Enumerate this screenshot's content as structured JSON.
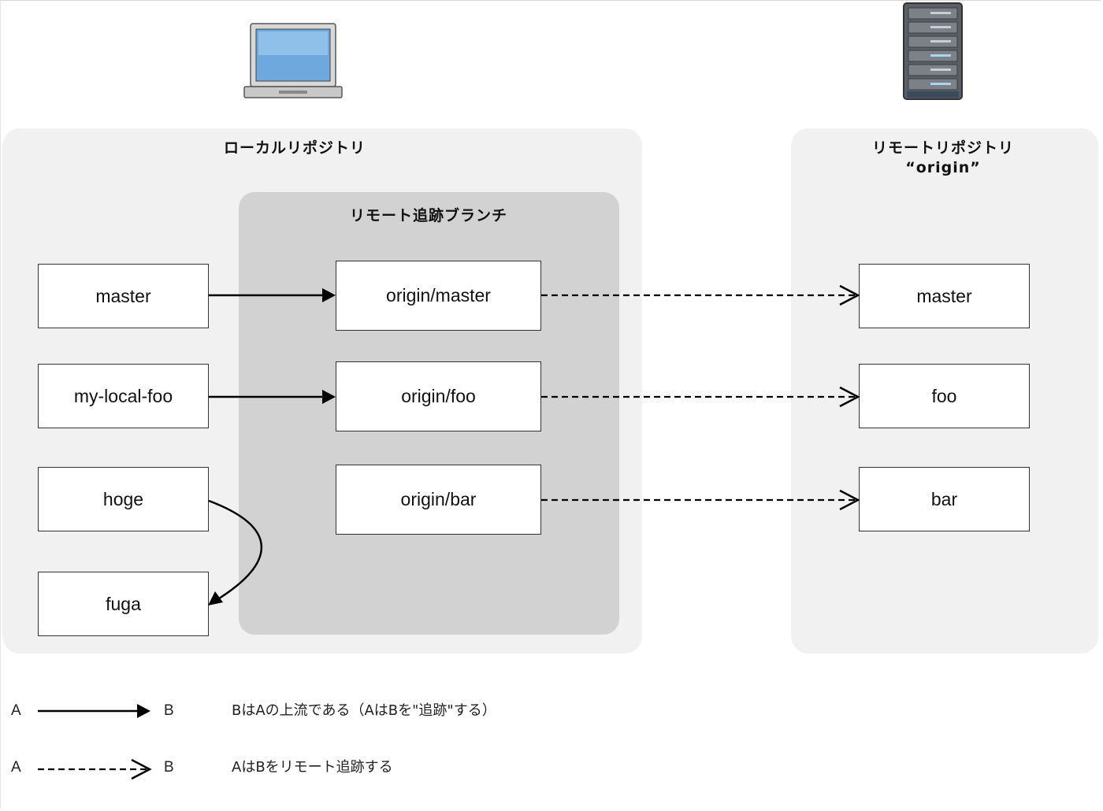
{
  "local_repo": {
    "title": "ローカルリポジトリ",
    "branches": [
      "master",
      "my-local-foo",
      "hoge",
      "fuga"
    ]
  },
  "remote_tracking": {
    "title": "リモート追跡ブランチ",
    "branches": [
      "origin/master",
      "origin/foo",
      "origin/bar"
    ]
  },
  "remote_repo": {
    "title_line1": "リモートリポジトリ",
    "title_line2": "“origin”",
    "branches": [
      "master",
      "foo",
      "bar"
    ]
  },
  "edges": [
    {
      "from": "master",
      "to": "origin/master",
      "type": "upstream"
    },
    {
      "from": "my-local-foo",
      "to": "origin/foo",
      "type": "upstream"
    },
    {
      "from": "hoge",
      "to": "fuga",
      "type": "upstream"
    },
    {
      "from": "origin/master",
      "to": "master",
      "type": "remote-tracking"
    },
    {
      "from": "origin/foo",
      "to": "foo",
      "type": "remote-tracking"
    },
    {
      "from": "origin/bar",
      "to": "bar",
      "type": "remote-tracking"
    }
  ],
  "legend": {
    "solid": {
      "a": "A",
      "b": "B",
      "text": "BはAの上流である（AはBを\"追跡\"する）"
    },
    "dashed": {
      "a": "A",
      "b": "B",
      "text": "AはBをリモート追跡する"
    }
  },
  "icons": {
    "local": "laptop-icon",
    "remote": "server-icon"
  }
}
